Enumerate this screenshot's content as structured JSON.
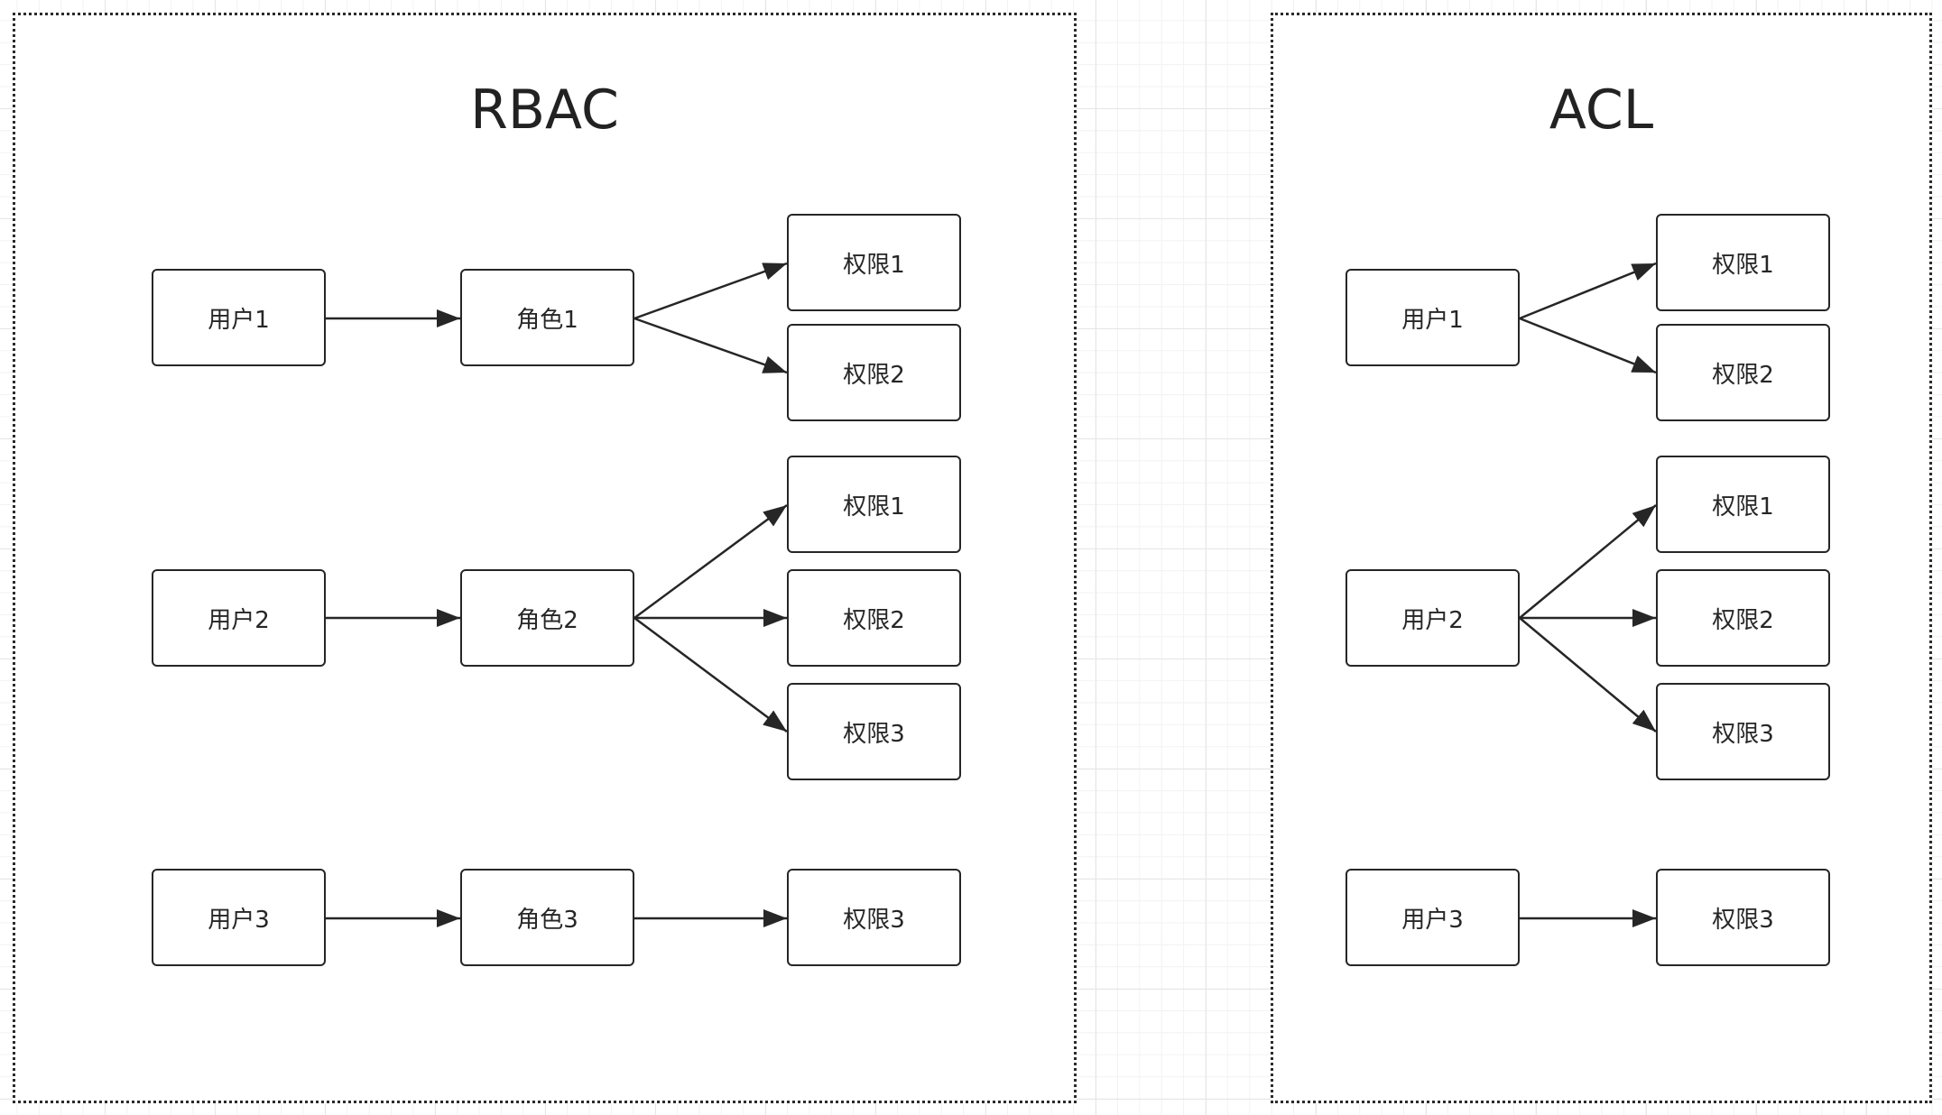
{
  "rbac": {
    "title": "RBAC",
    "users": [
      "用户1",
      "用户2",
      "用户3"
    ],
    "roles": [
      "角色1",
      "角色2",
      "角色3"
    ],
    "permissions": {
      "group1": [
        "权限1",
        "权限2"
      ],
      "group2": [
        "权限1",
        "权限2",
        "权限3"
      ],
      "group3": [
        "权限3"
      ]
    }
  },
  "acl": {
    "title": "ACL",
    "users": [
      "用户1",
      "用户2",
      "用户3"
    ],
    "permissions": {
      "group1": [
        "权限1",
        "权限2"
      ],
      "group2": [
        "权限1",
        "权限2",
        "权限3"
      ],
      "group3": [
        "权限3"
      ]
    }
  },
  "colors": {
    "stroke": "#262626",
    "panel_border": "#2b2b2b",
    "background": "#ffffff",
    "grid": "#e6e6e6"
  }
}
